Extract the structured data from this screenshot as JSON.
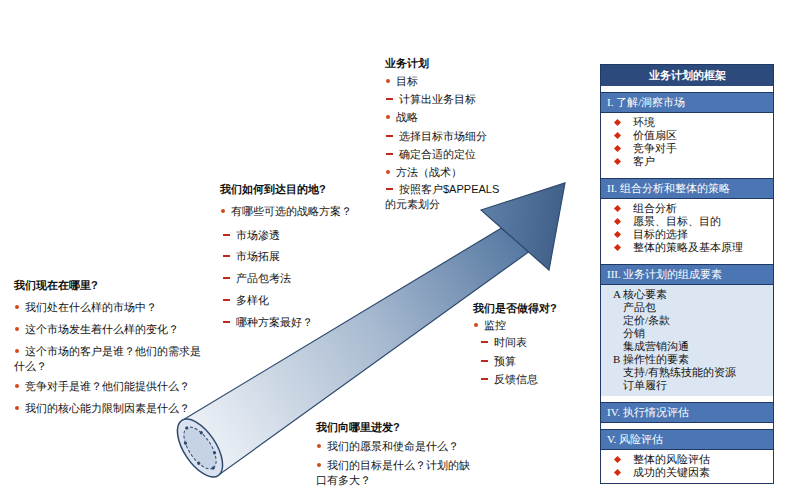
{
  "diagram": {
    "nodes": [
      {
        "text": [
          "业务计划的框架"
        ]
      },
      {
        "text": [
          "I. 了解/洞察市场",
          "环境",
          "价值扇区",
          "竞争对手",
          "客户"
        ],
        "in": 0
      },
      {
        "text": [
          "II. 组合分析和整体的策略",
          "组合分析",
          "愿景、目标、目的",
          "目标的选择",
          "整体的策略及基本原理"
        ],
        "in": 0
      },
      {
        "text": [
          "III. 业务计划的组成要素",
          "A 核心要素",
          "产品包",
          "定价/条款",
          "分销",
          "集成营销沟通",
          "B 操作性的要素",
          "支持/有熟练技能的资源",
          "订单履行"
        ],
        "in": 0
      },
      {
        "text": [
          "IV. 执行情况评估"
        ],
        "in": 0
      },
      {
        "text": [
          "V. 风险评估",
          "整体的风险评估",
          "成功的关键因素"
        ],
        "in": 0
      }
    ],
    "labels": [
      "我们现在在哪里?",
      "我们处在什么样的市场中？",
      "这个市场发生着什么样的变化？",
      "这个市场的客户是谁？他们的需求是什么？",
      "竞争对手是谁？他们能提供什么？",
      "我们的核心能力限制因素是什么？",
      "我们如何到达目的地?",
      "有哪些可选的战略方案？",
      "市场渗透",
      "市场拓展",
      "产品包考法",
      "多样化",
      "哪种方案最好？",
      "业务计划",
      "目标",
      "计算出业务目标",
      "战略",
      "选择目标市场细分",
      "确定合适的定位",
      "方法（战术）",
      "按照客户$APPEALS的元素划分",
      "我们是否做得对?",
      "监控",
      "时间表",
      "预算",
      "反馈信息",
      "我们向哪里进发?",
      "我们的愿景和使命是什么？",
      "我们的目标是什么？计划的缺口有多大？"
    ]
  }
}
